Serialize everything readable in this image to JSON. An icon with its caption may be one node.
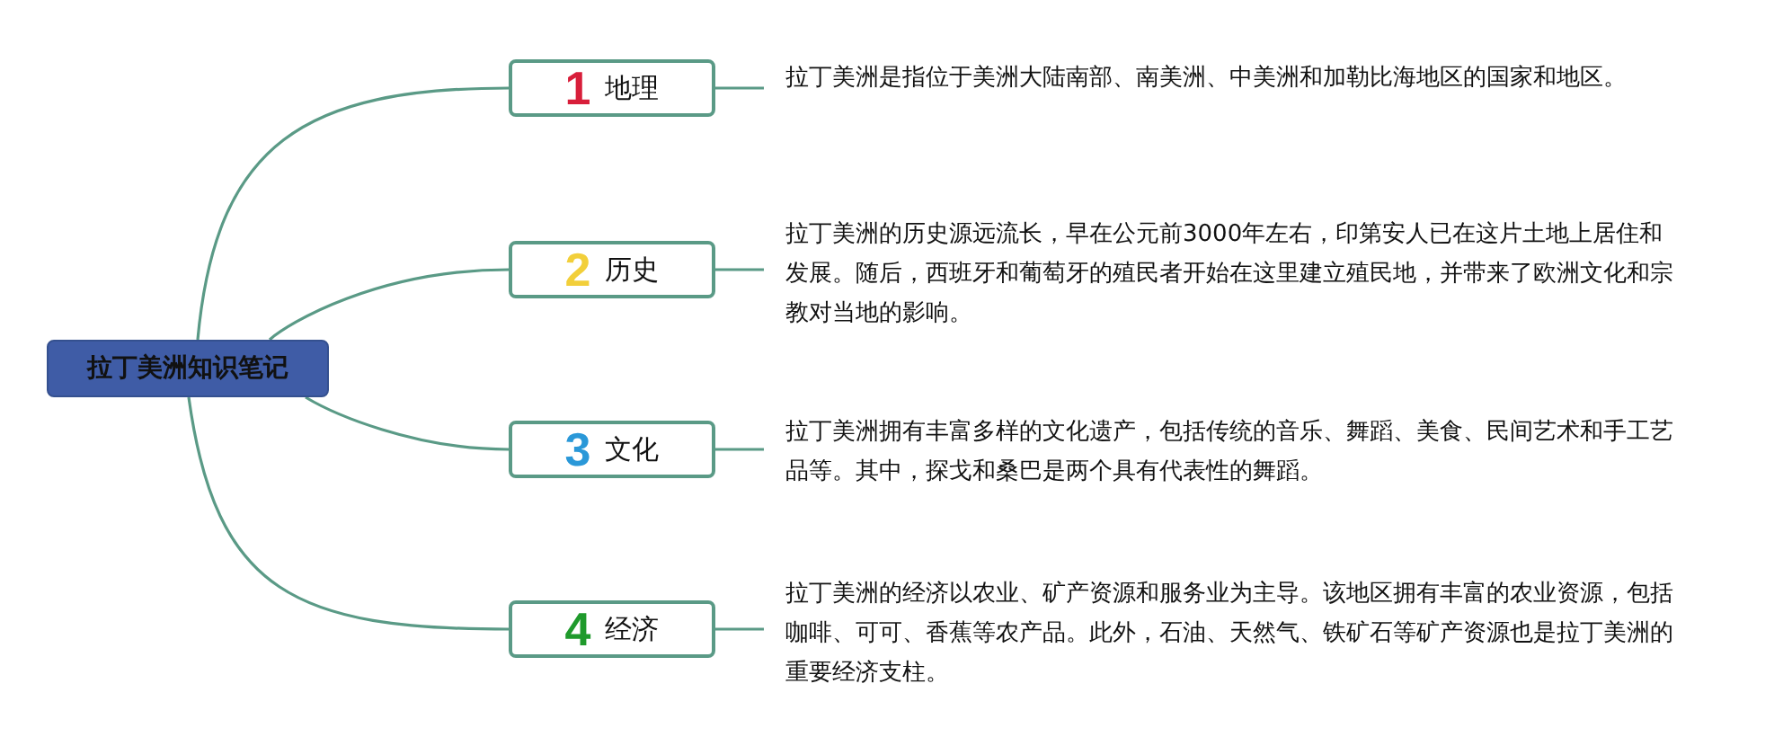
{
  "diagram": {
    "nodes": [
      {
        "text": [
          "拉丁美洲知识笔记"
        ]
      },
      {
        "text": [
          "1",
          "地理"
        ]
      },
      {
        "text": [
          "2",
          "历史"
        ]
      },
      {
        "text": [
          "3",
          "文化"
        ]
      },
      {
        "text": [
          "4",
          "经济"
        ]
      },
      {
        "text": [
          "拉丁美洲是指位于美洲大陆南部、南美洲、中美洲和加勒比海地区的国家和地区。"
        ]
      },
      {
        "text": [
          "拉丁美洲的历史源远流长，早在公元前3000年左右，印第安人已在这片土地上居住和发展。随后，西班牙和葡萄牙的殖民者开始在这里建立殖民地，并带来了欧洲文化和宗教对当地的影响。"
        ]
      },
      {
        "text": [
          "拉丁美洲拥有丰富多样的文化遗产，包括传统的音乐、舞蹈、美食、民间艺术和手工艺品等。其中，探戈和桑巴是两个具有代表性的舞蹈。"
        ]
      },
      {
        "text": [
          "拉丁美洲的经济以农业、矿产资源和服务业为主导。该地区拥有丰富的农业资源，包括咖啡、可可、香蕉等农产品。此外，石油、天然气、铁矿石等矿产资源也是拉丁美洲的重要经济支柱。"
        ]
      }
    ],
    "edges": [
      {
        "from": 0,
        "to": 1,
        "arrow": "none"
      },
      {
        "from": 0,
        "to": 2,
        "arrow": "none"
      },
      {
        "from": 0,
        "to": 3,
        "arrow": "none"
      },
      {
        "from": 0,
        "to": 4,
        "arrow": "none"
      },
      {
        "from": 1,
        "to": 5,
        "arrow": "none"
      },
      {
        "from": 2,
        "to": 6,
        "arrow": "none"
      },
      {
        "from": 3,
        "to": 7,
        "arrow": "none"
      },
      {
        "from": 4,
        "to": 8,
        "arrow": "none"
      }
    ]
  }
}
